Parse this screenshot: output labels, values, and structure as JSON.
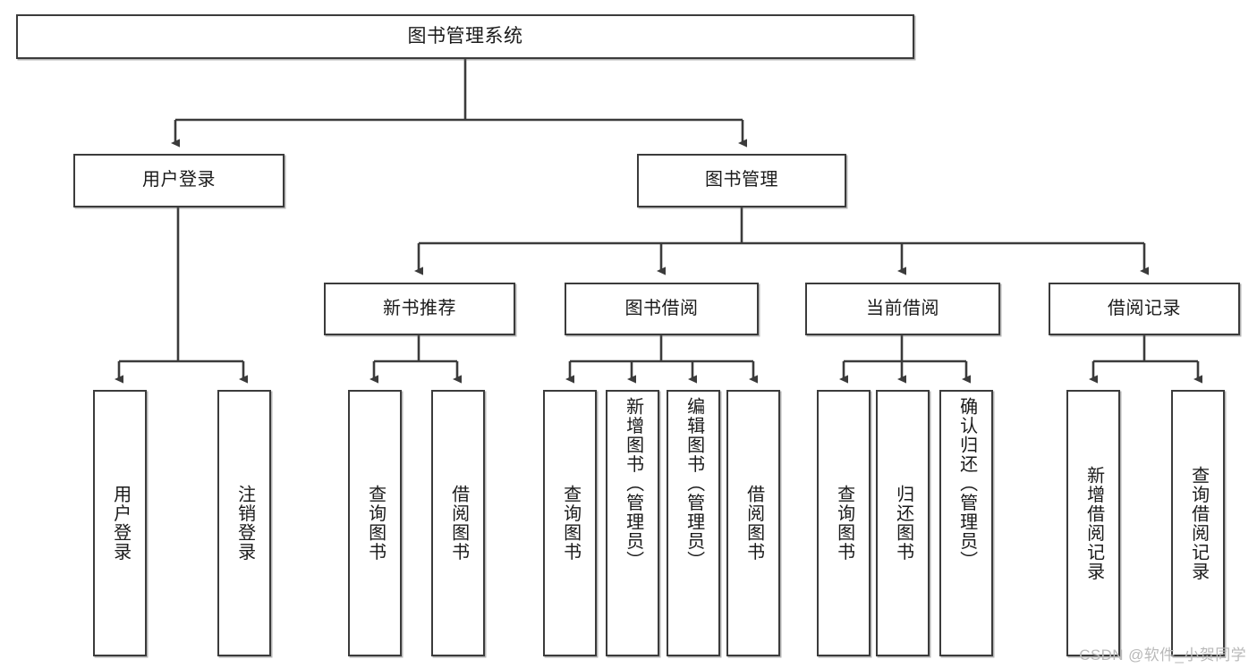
{
  "diagram": {
    "title": "图书管理系统",
    "type": "功能结构图",
    "root": {
      "label": "图书管理系统"
    },
    "level2": [
      {
        "id": "user-login",
        "label": "用户登录"
      },
      {
        "id": "book-manage",
        "label": "图书管理"
      }
    ],
    "level3": [
      {
        "id": "new-book-recommend",
        "label": "新书推荐",
        "parent": "book-manage"
      },
      {
        "id": "book-borrow",
        "label": "图书借阅",
        "parent": "book-manage"
      },
      {
        "id": "current-borrow",
        "label": "当前借阅",
        "parent": "book-manage"
      },
      {
        "id": "borrow-record",
        "label": "借阅记录",
        "parent": "book-manage"
      }
    ],
    "leaves": [
      {
        "id": "leaf-user-login",
        "label": "用户登录",
        "parent": "user-login"
      },
      {
        "id": "leaf-user-logout",
        "label": "注销登录",
        "parent": "user-login"
      },
      {
        "id": "leaf-query-book-rec",
        "label": "查询图书",
        "parent": "new-book-recommend"
      },
      {
        "id": "leaf-borrow-book-rec",
        "label": "借阅图书",
        "parent": "new-book-recommend"
      },
      {
        "id": "leaf-query-book-borrow",
        "label": "查询图书",
        "parent": "book-borrow"
      },
      {
        "id": "leaf-add-book",
        "label": "新增图书（管理员）",
        "parent": "book-borrow"
      },
      {
        "id": "leaf-edit-book",
        "label": "编辑图书（管理员）",
        "parent": "book-borrow"
      },
      {
        "id": "leaf-borrow-book",
        "label": "借阅图书",
        "parent": "book-borrow"
      },
      {
        "id": "leaf-query-book-current",
        "label": "查询图书",
        "parent": "current-borrow"
      },
      {
        "id": "leaf-return-book",
        "label": "归还图书",
        "parent": "current-borrow"
      },
      {
        "id": "leaf-confirm-return",
        "label": "确认归还（管理员）",
        "parent": "current-borrow"
      },
      {
        "id": "leaf-add-record",
        "label": "新增借阅记录",
        "parent": "borrow-record"
      },
      {
        "id": "leaf-query-record",
        "label": "查询借阅记录",
        "parent": "borrow-record"
      }
    ]
  },
  "watermark": {
    "text": "CSDN @软件_小贺同学"
  },
  "colors": {
    "border": "#3b3b3b",
    "text": "#1a1a1a",
    "background": "#ffffff",
    "watermark": "#b9b9b9"
  }
}
